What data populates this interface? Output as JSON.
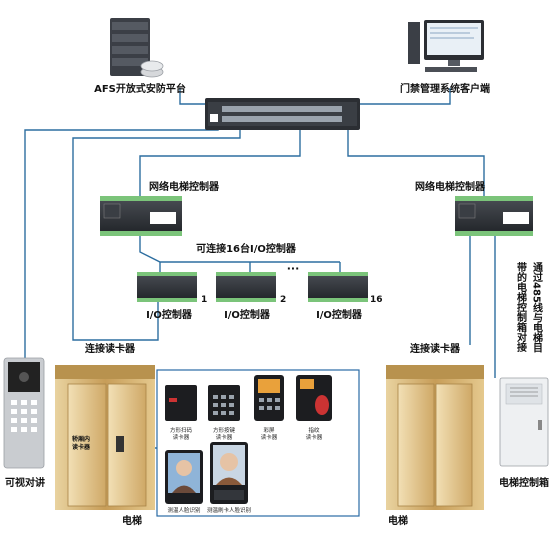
{
  "labels": {
    "platform": "AFS开放式安防平台",
    "client": "门禁管理系统客户端",
    "controller_left": "网络电梯控制器",
    "controller_right": "网络电梯控制器",
    "connect_io": "可连接16台I/O控制器",
    "io_1": "I/O控制器",
    "io_2": "I/O控制器",
    "io_3": "I/O控制器",
    "num_1": "1",
    "num_2": "2",
    "num_16": "16",
    "ellipsis": "···",
    "reader_left": "连接读卡器",
    "reader_right": "连接读卡器",
    "intercom": "可视对讲",
    "elevator_left": "电梯",
    "elevator_right": "电梯",
    "elevator_box": "电梯控制箱",
    "car_reader_line1": "轿厢内",
    "car_reader_line2": "读卡器",
    "rs485_col1": "通过485线与电梯目",
    "rs485_col2": "带的电梯控制箱对接",
    "dev_qr_1": "方形扫码",
    "dev_qr_2": "读卡器",
    "dev_key_1": "方形按键",
    "dev_key_2": "读卡器",
    "dev_color_1": "彩屏",
    "dev_color_2": "读卡器",
    "dev_finger_1": "指纹",
    "dev_finger_2": "读卡器",
    "dev_face_1": "测温人脸识别",
    "dev_face_2": "测温刷卡人脸识别"
  },
  "colors": {
    "line": "#2d6ea0",
    "panel_border": "#2a6aa5",
    "controller_body": "#2b2e33",
    "elevator_gold": "#c9a464"
  }
}
